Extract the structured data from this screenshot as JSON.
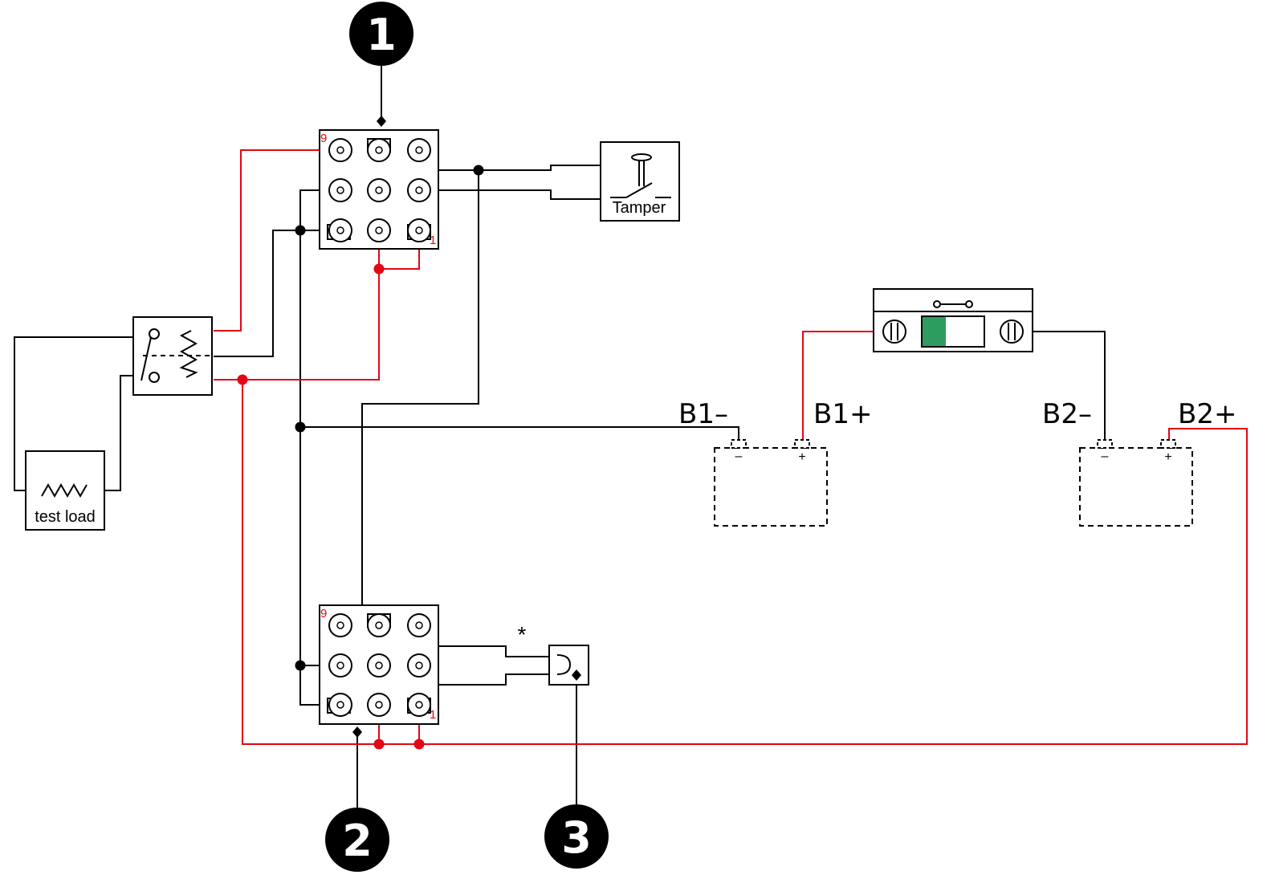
{
  "callouts": {
    "one": "1",
    "two": "2",
    "three": "3"
  },
  "tamper_label": "Tamper",
  "test_load_label": "test load",
  "terminal_pins": {
    "nine": "9",
    "one": "1"
  },
  "battery1": {
    "neg_label": "B1–",
    "pos_label": "B1+",
    "minus_sign": "–",
    "plus_sign": "+"
  },
  "battery2": {
    "neg_label": "B2–",
    "pos_label": "B2+",
    "minus_sign": "–",
    "plus_sign": "+"
  },
  "asterisk": "*",
  "colors": {
    "positive_wire": "#e30613",
    "ground_wire": "#000000",
    "fuse_indicator": "#2e9c5e"
  }
}
